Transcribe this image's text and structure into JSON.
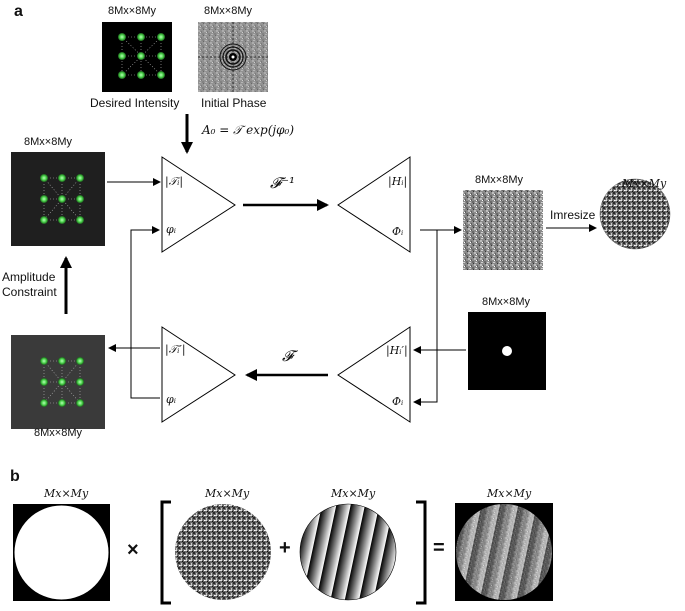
{
  "panel_a": {
    "letter": "a",
    "desired_intensity": {
      "dim": "8Mx×8My",
      "caption": "Desired Intensity"
    },
    "initial_phase": {
      "dim": "8Mx×8My",
      "caption": "Initial Phase"
    },
    "init_equation": "A₀ = 𝒯 exp(jφ₀)",
    "left_top_dim": "8Mx×8My",
    "left_bottom_dim": "8Mx×8My",
    "amplitude_constraint": [
      "Amplitude",
      "Constraint"
    ],
    "triangle_top_left": {
      "upper": "|𝒯ᵢ|",
      "lower": "φᵢ"
    },
    "triangle_top_right": {
      "upper": "|Hᵢ|",
      "lower": "Φᵢ"
    },
    "triangle_bottom_left": {
      "upper": "|𝒯ᵢ′|",
      "lower": "φᵢ"
    },
    "triangle_bottom_right": {
      "upper": "|Hᵢ′|",
      "lower": "Φᵢ"
    },
    "inverse_transform": "𝓕⁻¹",
    "forward_transform": "𝓕",
    "hologram_dim": "8Mx×8My",
    "mask_dim": "8Mx×8My",
    "imresize_label": "Imresize",
    "resized_dim": "Mx×My"
  },
  "panel_b": {
    "letter": "b",
    "dims": [
      "Mx×My",
      "Mx×My",
      "Mx×My",
      "Mx×My"
    ],
    "operators": [
      "×",
      "+",
      "="
    ]
  }
}
